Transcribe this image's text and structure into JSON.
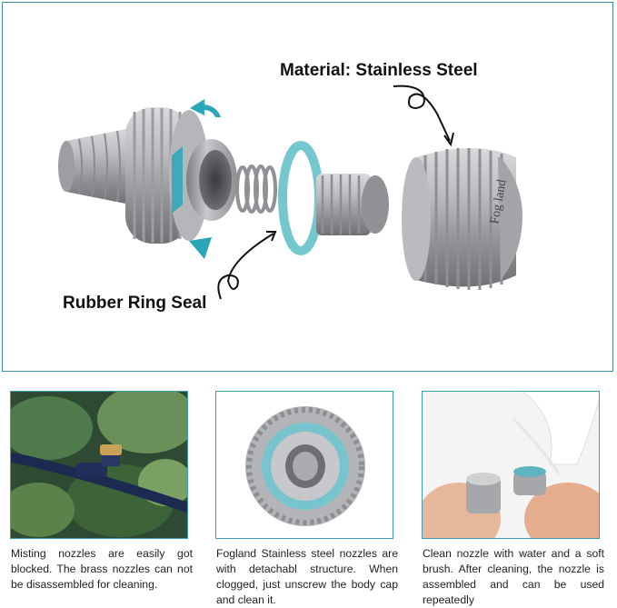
{
  "diagram": {
    "material_label": "Material: Stainless Steel",
    "seal_label": "Rubber Ring Seal",
    "cap_engraving": "Fog land",
    "colors": {
      "metal": "#a9abae",
      "ring": "#74c6cf",
      "arrow": "#2aa6b8",
      "border": "#3c8fa0"
    }
  },
  "panels": [
    {
      "name": "garden-misting-photo",
      "caption": "Misting nozzles are easily got blocked. The brass nozzles can not be disassembled for cleaning."
    },
    {
      "name": "nozzle-closeup-photo",
      "caption": "Fogland Stainless steel nozzles are with detachabl structure. When clogged, just unscrew the body cap and clean it."
    },
    {
      "name": "cleaning-brush-photo",
      "caption": "Clean  nozzle with water and a soft brush. After cleaning, the nozzle is assembled and can be used repeatedly"
    }
  ]
}
